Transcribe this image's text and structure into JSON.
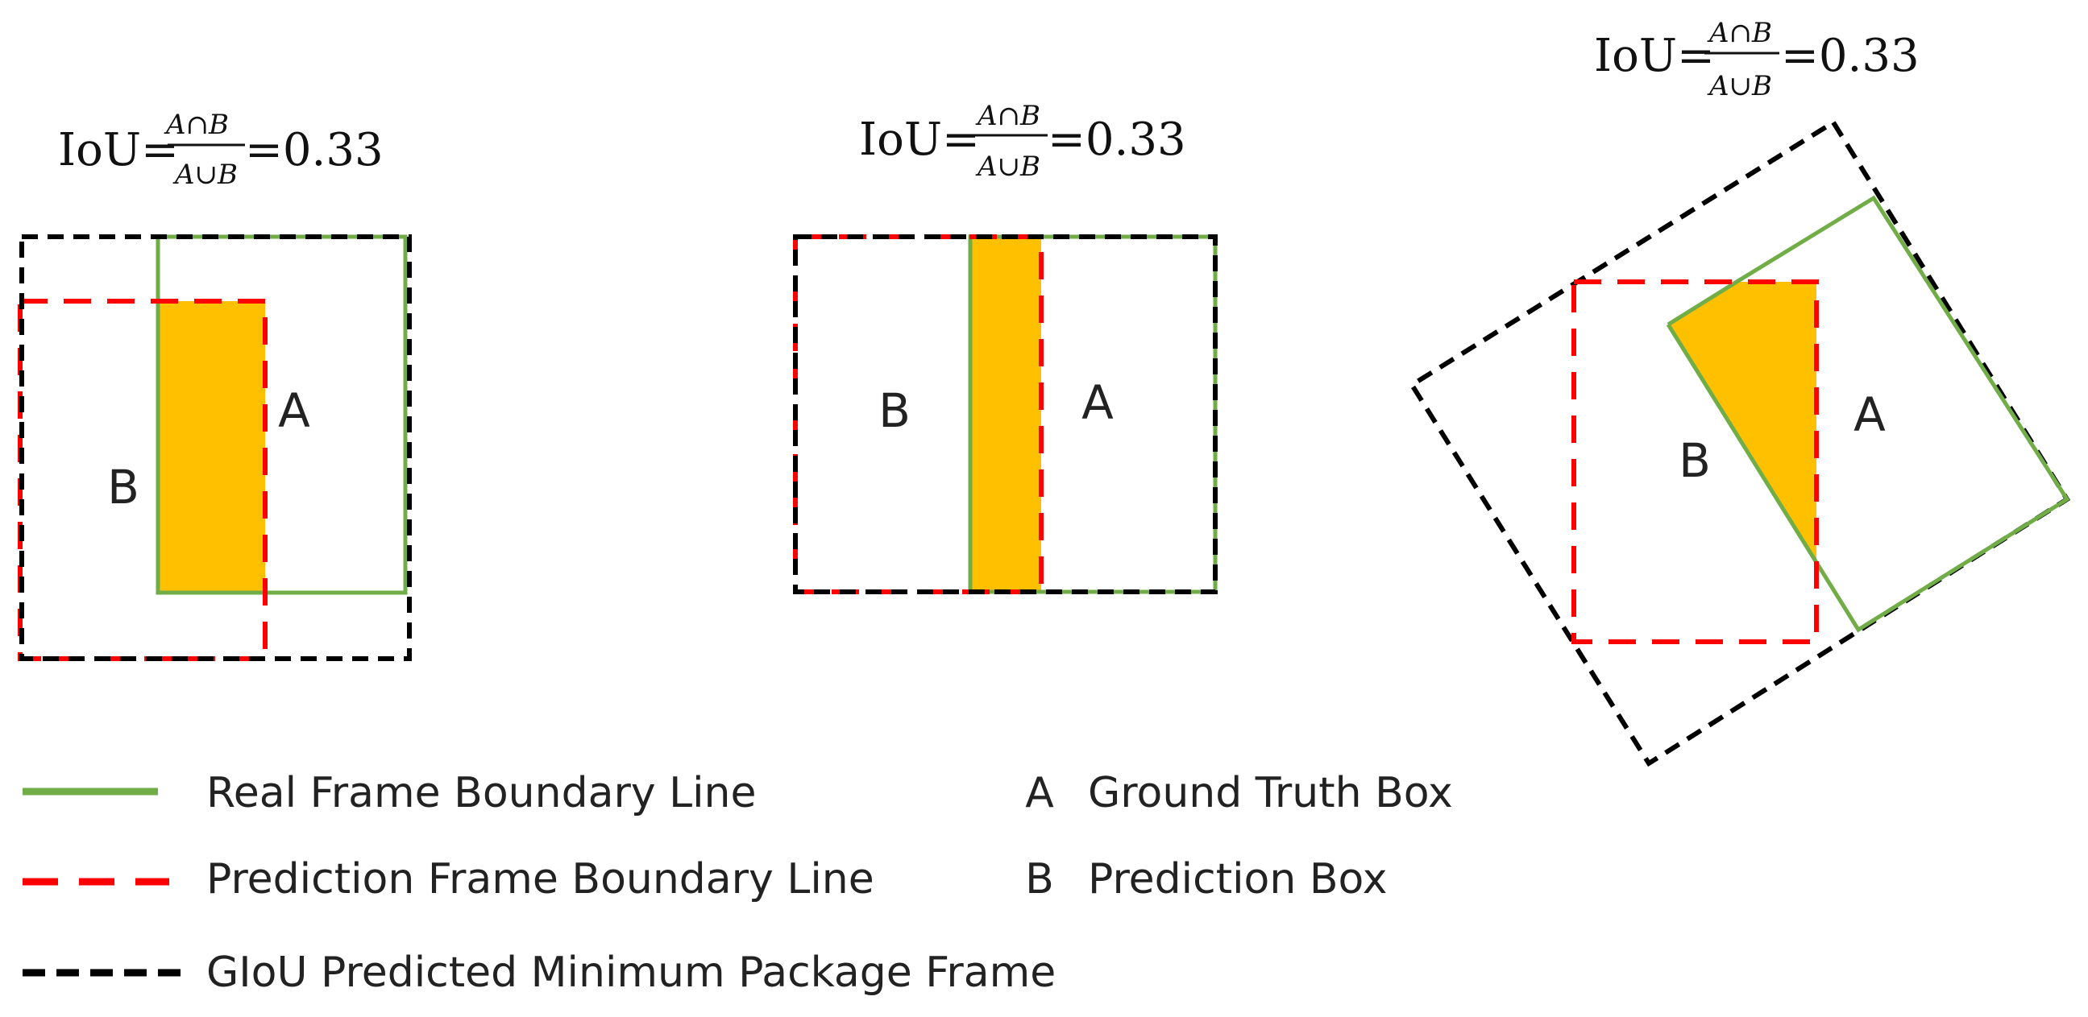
{
  "diagrams": [
    {
      "id": "left",
      "formula": {
        "lhs": "IoU=",
        "numerator": "A∩B",
        "denominator": "A∪B",
        "rhs": "=0.33"
      },
      "label_a": "A",
      "label_b": "B"
    },
    {
      "id": "middle",
      "formula": {
        "lhs": "IoU=",
        "numerator": "A∩B",
        "denominator": "A∪B",
        "rhs": "=0.33"
      },
      "label_a": "A",
      "label_b": "B"
    },
    {
      "id": "right",
      "formula": {
        "lhs": "IoU=",
        "numerator": "A∩B",
        "denominator": "A∪B",
        "rhs": "=0.33"
      },
      "label_a": "A",
      "label_b": "B"
    }
  ],
  "legend": {
    "lines": [
      {
        "style": "solid-green",
        "text": "Real Frame Boundary Line"
      },
      {
        "style": "dashed-red",
        "text": "Prediction Frame Boundary Line"
      },
      {
        "style": "dashed-black",
        "text": "GIoU Predicted Minimum Package Frame"
      }
    ],
    "letters": [
      {
        "letter": "A",
        "text": "Ground Truth Box"
      },
      {
        "letter": "B",
        "text": "Prediction Box"
      }
    ]
  },
  "colors": {
    "ground_truth": "#70ad47",
    "prediction": "#ff0000",
    "enclosing": "#000000",
    "intersection": "#ffc000"
  }
}
